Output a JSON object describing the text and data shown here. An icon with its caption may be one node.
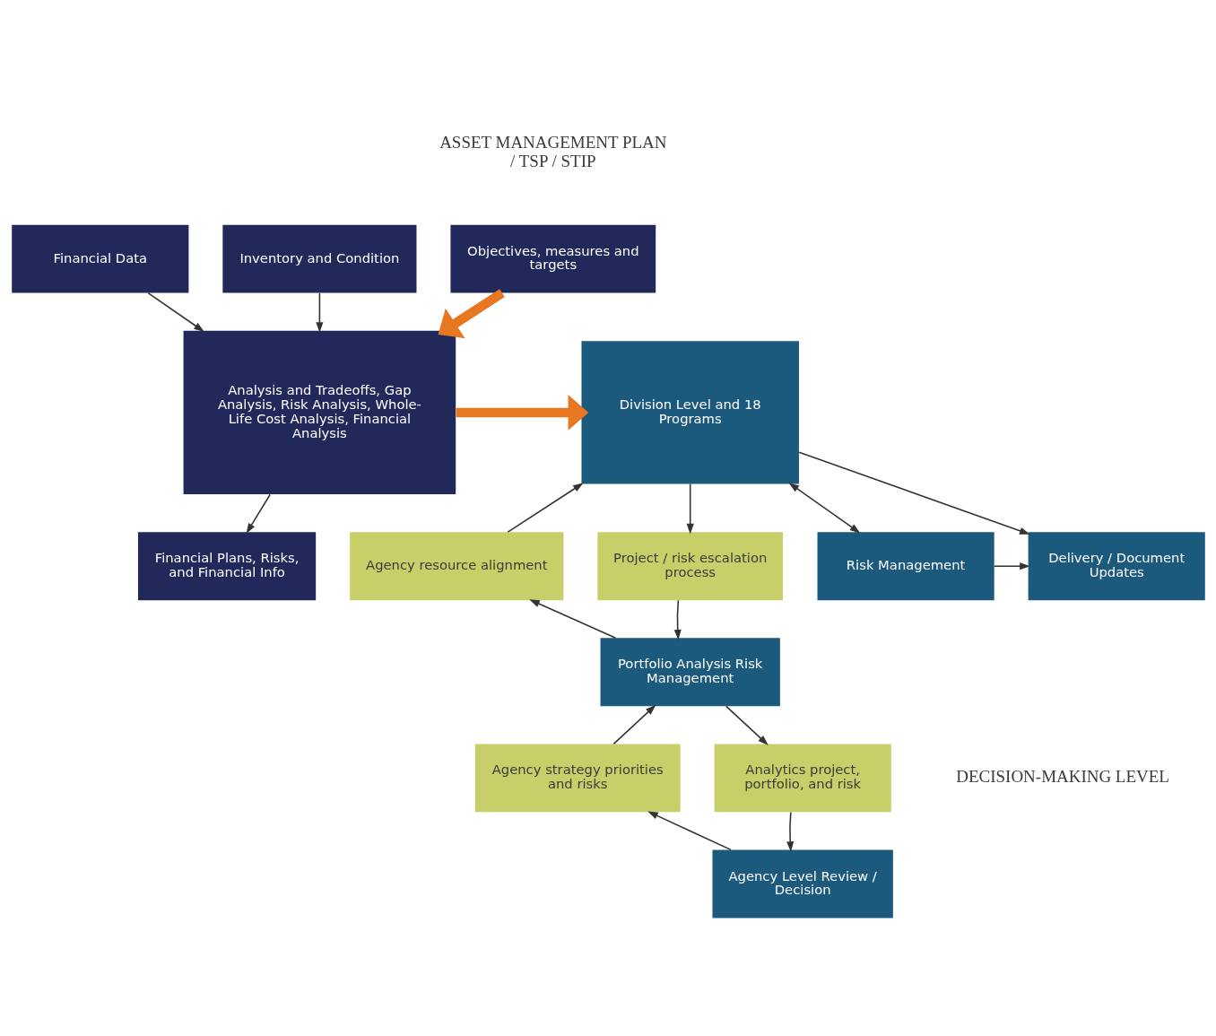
{
  "diagram": {
    "nodes": [
      {
        "text": [
          "Objectives, measures and targets"
        ]
      },
      {
        "text": [
          "Financial Data"
        ]
      },
      {
        "text": [
          "Inventory and Condition"
        ]
      },
      {
        "text": [
          "Analysis and Tradeoffs, Gap Analysis, Risk Analysis, Whole-Life Cost Analysis, Financial Analysis"
        ]
      },
      {
        "text": [
          "Financial Plans, Risks, and Financial Info"
        ]
      },
      {
        "text": [
          "Agency Level Review / Decision"
        ]
      },
      {
        "text": [
          "Analytics project, portfolio, and risk"
        ]
      },
      {
        "text": [
          "Agency strategy priorities and risks"
        ]
      },
      {
        "text": [
          "Portfolio Analysis Risk Management"
        ]
      },
      {
        "text": [
          "Project / risk escalation process"
        ]
      },
      {
        "text": [
          "Agency resource alignment"
        ]
      },
      {
        "text": [
          "Division Level and 18 Programs"
        ]
      },
      {
        "text": [
          "Risk Management"
        ]
      },
      {
        "text": [
          "Delivery / Document Updates"
        ]
      }
    ],
    "edges": [
      {
        "from": 0,
        "to": 3,
        "arrow": "to",
        "style": "thick",
        "color": "#e87722"
      },
      {
        "from": 1,
        "to": 3,
        "arrow": "to"
      },
      {
        "from": 2,
        "to": 3,
        "arrow": "to"
      },
      {
        "from": 3,
        "to": 4,
        "arrow": "to"
      },
      {
        "from": 3,
        "to": 11,
        "arrow": "to",
        "style": "thick",
        "color": "#e87722"
      },
      {
        "from": 6,
        "to": 5,
        "arrow": "to"
      },
      {
        "from": 5,
        "to": 7,
        "arrow": "to"
      },
      {
        "from": 7,
        "to": 8,
        "arrow": "to"
      },
      {
        "from": 8,
        "to": 6,
        "arrow": "to"
      },
      {
        "from": 9,
        "to": 8,
        "arrow": "to"
      },
      {
        "from": 8,
        "to": 10,
        "arrow": "to"
      },
      {
        "from": 10,
        "to": 11,
        "arrow": "to"
      },
      {
        "from": 11,
        "to": 9,
        "arrow": "to"
      },
      {
        "from": 11,
        "to": 12,
        "arrow": "both"
      },
      {
        "from": 11,
        "to": 13,
        "arrow": "to"
      },
      {
        "from": 12,
        "to": 13,
        "arrow": "to"
      }
    ],
    "labels": [
      "DECISION-MAKING LEVEL",
      "ASSET MANAGEMENT PLAN / TSP / STIP"
    ]
  }
}
